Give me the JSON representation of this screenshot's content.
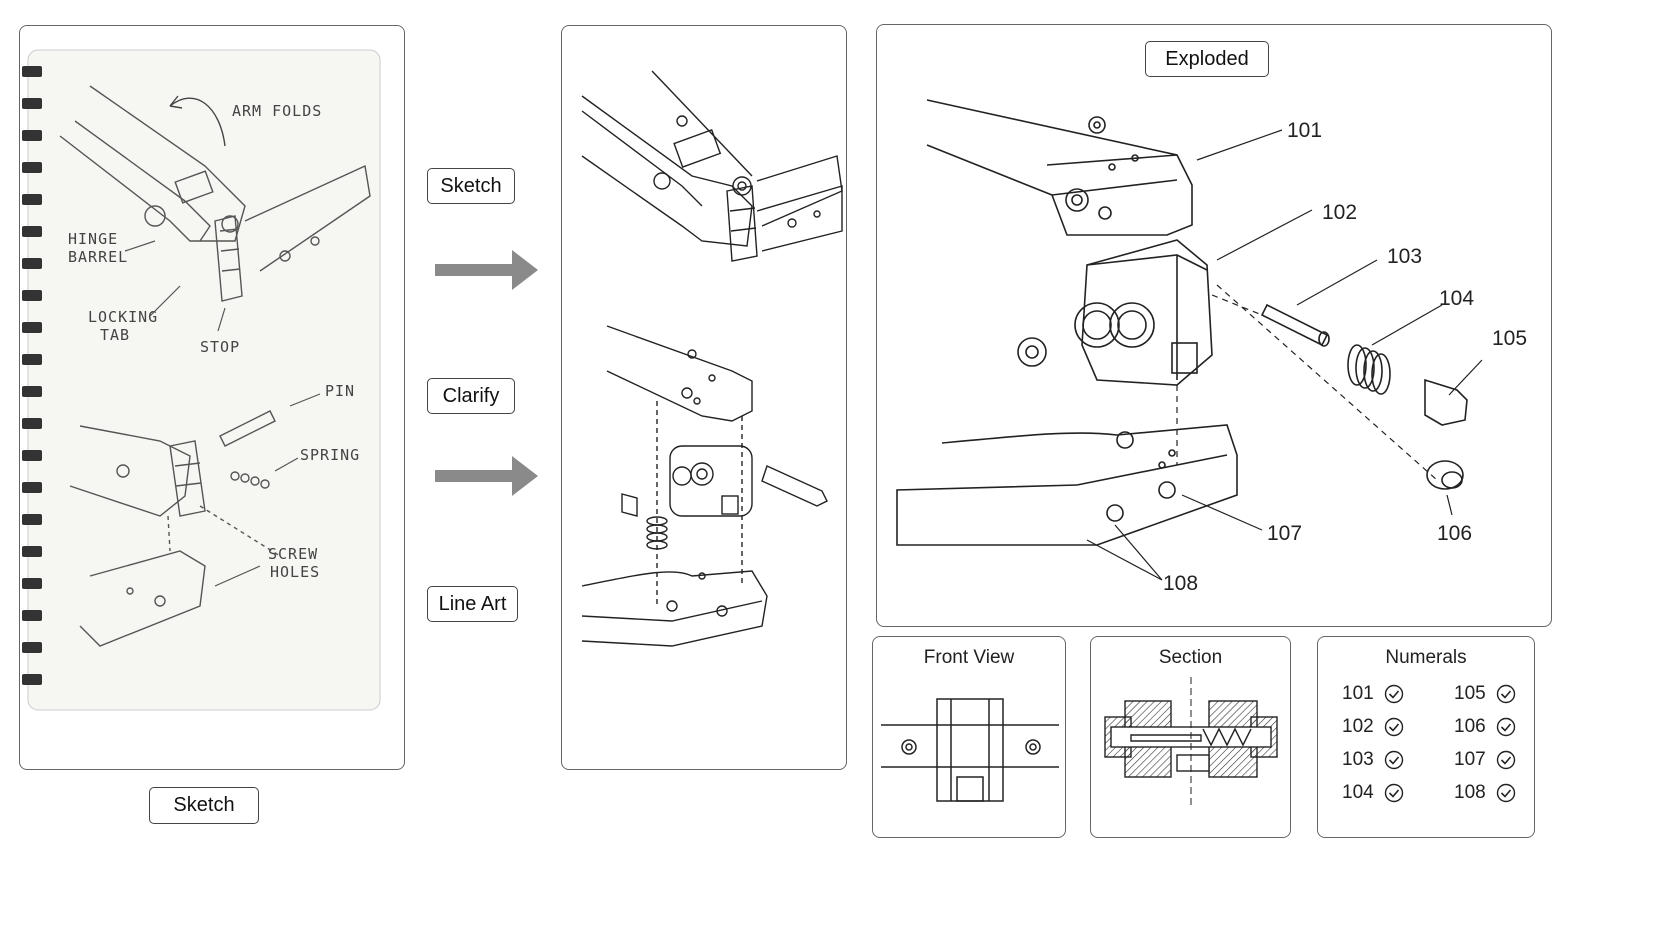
{
  "sketch_notes": {
    "arm_folds": "ARM FOLDS",
    "hinge_barrel_1": "HINGE",
    "hinge_barrel_2": "BARREL",
    "locking_tab_1": "LOCKING",
    "locking_tab_2": "TAB",
    "stop": "STOP",
    "pin": "PIN",
    "spring": "SPRING",
    "screw_holes_1": "SCREW",
    "screw_holes_2": "HOLES"
  },
  "sketch_caption": "Sketch",
  "steps": [
    "Sketch",
    "Clarify",
    "Line Art"
  ],
  "exploded": {
    "title": "Exploded",
    "callouts": [
      "101",
      "102",
      "103",
      "104",
      "105",
      "106",
      "107",
      "108"
    ]
  },
  "views": {
    "front": "Front View",
    "section": "Section",
    "numerals_title": "Numerals",
    "numerals": [
      "101",
      "102",
      "103",
      "104",
      "105",
      "106",
      "107",
      "108"
    ]
  },
  "colors": {
    "border": "#666666",
    "arrow": "#888888",
    "line": "#222222",
    "paper": "#f7f7f5"
  }
}
